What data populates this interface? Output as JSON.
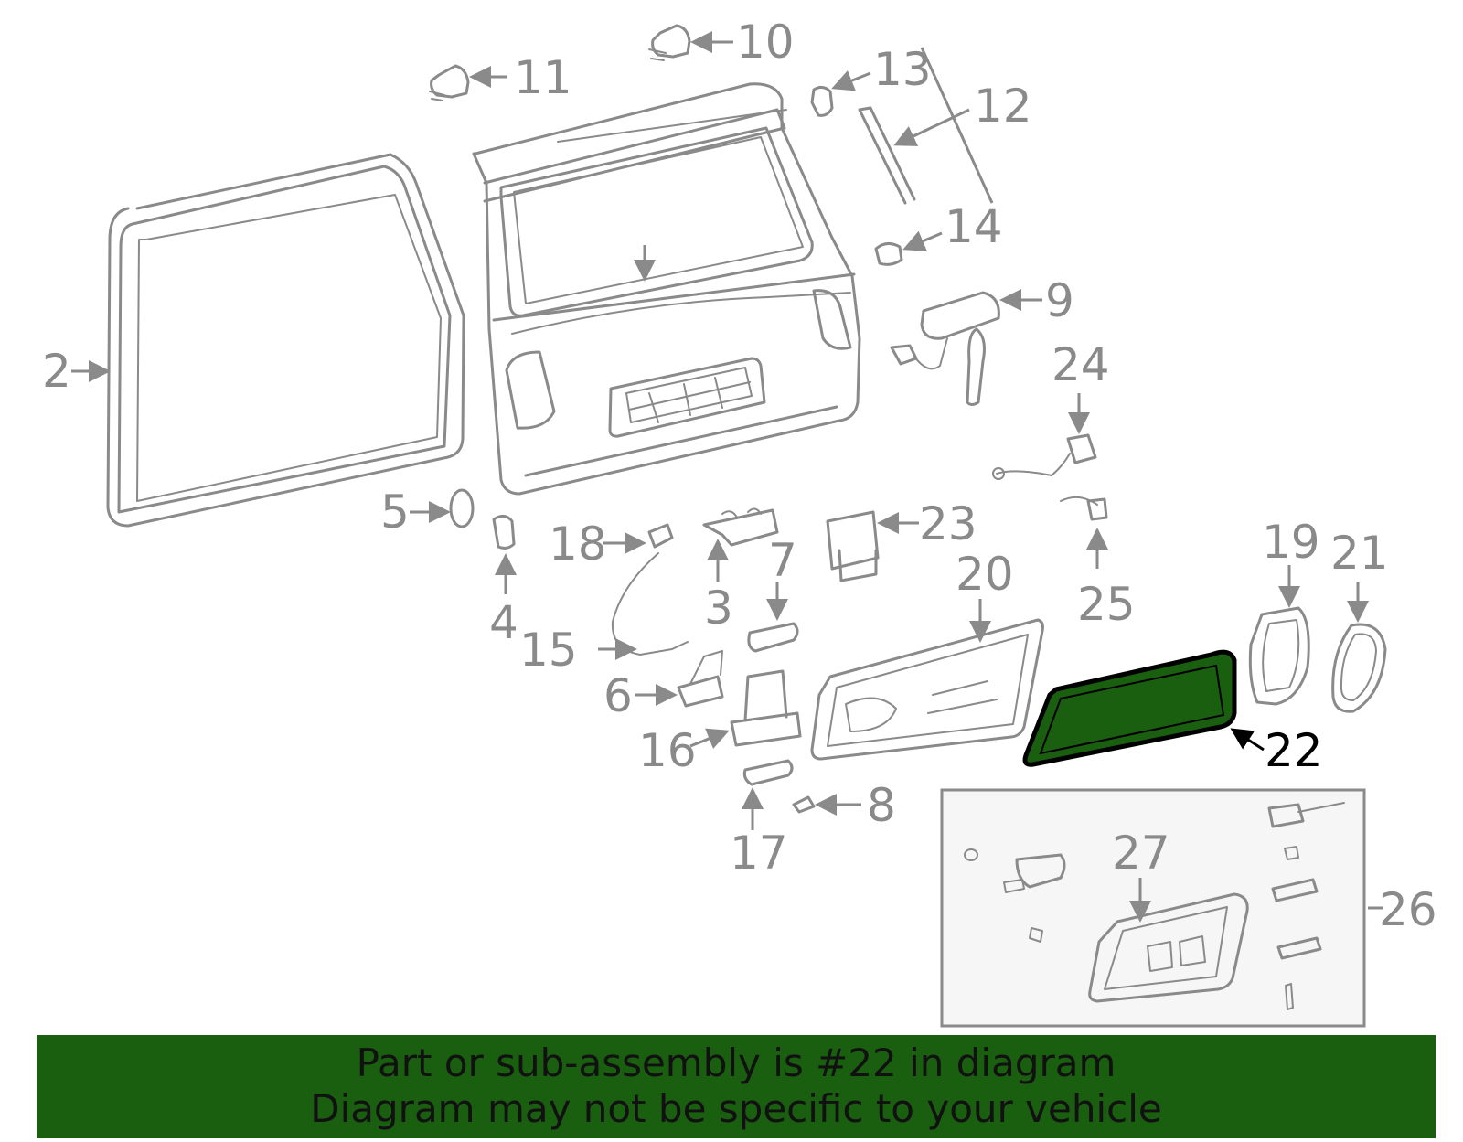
{
  "diagram": {
    "callouts": [
      "2",
      "3",
      "4",
      "5",
      "6",
      "7",
      "8",
      "9",
      "10",
      "11",
      "12",
      "13",
      "14",
      "15",
      "16",
      "17",
      "18",
      "19",
      "20",
      "21",
      "22",
      "23",
      "24",
      "25",
      "26",
      "27"
    ],
    "highlighted_part": "22",
    "colors": {
      "line": "#8a8a8a",
      "highlight_fill": "#1a5e10",
      "highlight_label": "#000000",
      "inset_fill": "#f6f6f6",
      "banner": "#1a5e10"
    }
  },
  "footer": {
    "line1": "Part or sub-assembly is #22 in diagram",
    "line2": "Diagram may not be specific to your vehicle"
  }
}
